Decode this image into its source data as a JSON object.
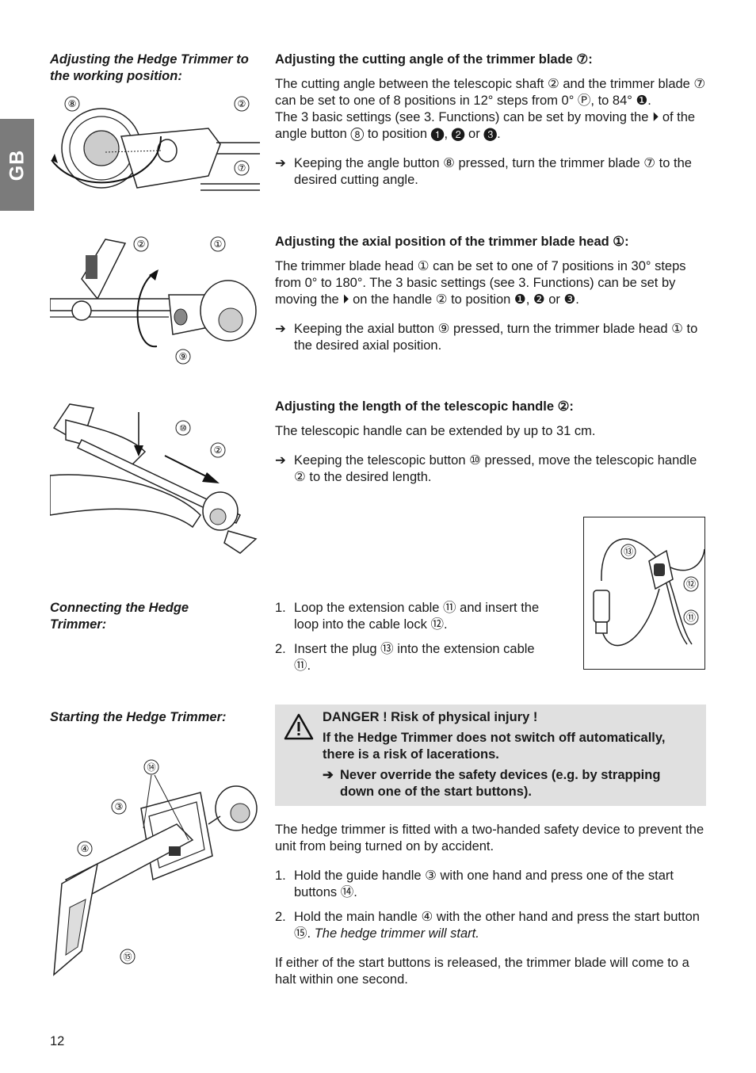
{
  "lang_tab": "GB",
  "page_number": "12",
  "sections": {
    "working_position_label": "Adjusting the Hedge Trimmer to the working position:",
    "connecting_label": "Connecting the Hedge Trimmer:",
    "starting_label": "Starting the Hedge Trimmer:"
  },
  "cutting_angle": {
    "heading": "Adjusting the cutting angle of the trimmer blade ⑦:",
    "p1": "The cutting angle between the telescopic shaft ② and the trimmer blade ⑦ can be set to one of 8 positions in 12° steps from 0° Ⓟ, to 84° ❶.",
    "p2": "The 3 basic settings (see 3. Functions) can be set by moving the ⏵ of the angle button ⑧ to position ❶, ❷ or ❸.",
    "step": "Keeping the angle button ⑧ pressed, turn the trimmer blade ⑦ to the desired cutting angle."
  },
  "axial_position": {
    "heading": "Adjusting the axial position of the trimmer blade head ①:",
    "p1": "The trimmer blade head ① can be set to one of 7 positions in 30° steps from 0° to 180°. The 3 basic settings (see 3. Functions) can be set by moving the ⏵ on the handle ② to position ❶, ❷ or ❸.",
    "step": "Keeping the axial button ⑨ pressed, turn the trimmer blade head ① to the desired axial position."
  },
  "telescopic_length": {
    "heading": "Adjusting the length of the telescopic handle ②:",
    "p1": "The telescopic handle can be extended by up to 31 cm.",
    "step": "Keeping the telescopic button ⑩ pressed, move the telescopic handle ② to the desired length."
  },
  "connecting": {
    "steps": [
      {
        "num": "1.",
        "text": "Loop the extension cable ⑪ and insert the loop into the cable lock ⑫."
      },
      {
        "num": "2.",
        "text": "Insert the plug ⑬ into the extension cable ⑪."
      }
    ]
  },
  "danger": {
    "title": "DANGER ! Risk of physical injury !",
    "body": "If the Hedge Trimmer does not switch off automatically, there is a risk of lacerations.",
    "step": "Never override the safety devices (e.g. by strapping down one of the start buttons)."
  },
  "starting": {
    "intro": "The hedge trimmer is fitted with a two-handed safety device to prevent the unit from being turned on by accident.",
    "steps": [
      {
        "num": "1.",
        "text": "Hold the guide handle ③ with one hand and press one of the start buttons ⑭."
      },
      {
        "num": "2.",
        "text": "Hold the main handle ④ with the other hand and press the start button ⑮.",
        "italic": "The hedge trimmer will start."
      }
    ],
    "outro": "If either of the start buttons is released, the trimmer blade will come to a halt within one second."
  },
  "symbols": {
    "arrow": "➔",
    "danger_arrow": "➔"
  },
  "figure_labels": {
    "fig1": [
      "⑧",
      "②",
      "⑦"
    ],
    "fig2": [
      "②",
      "①",
      "⑨"
    ],
    "fig3": [
      "⑩",
      "②"
    ],
    "fig4": [
      "⑬",
      "⑫",
      "⑪"
    ],
    "fig5": [
      "⑭",
      "③",
      "④",
      "⑮"
    ]
  }
}
